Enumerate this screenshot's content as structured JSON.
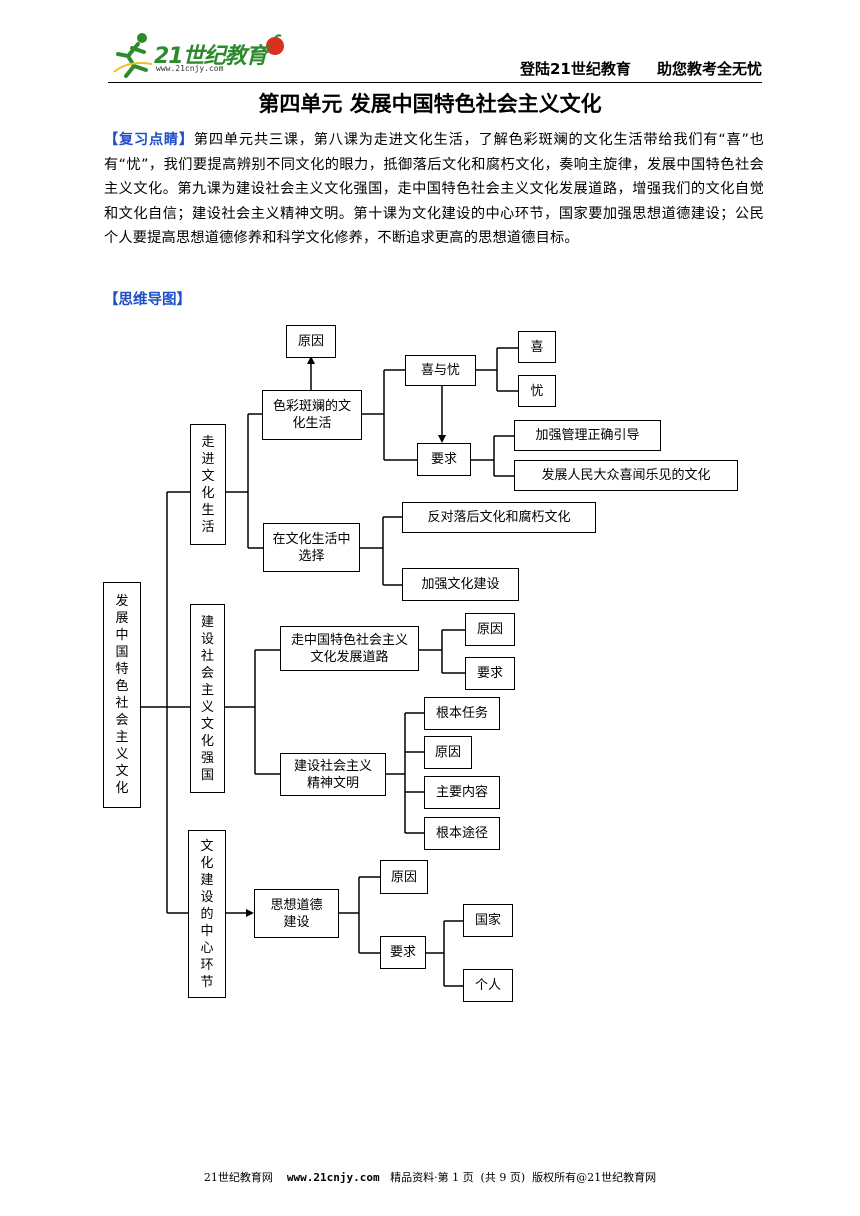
{
  "header": {
    "logo_text": "21世纪教育",
    "logo_url": "www.21cnjy.com",
    "slogan_left": "登陆21世纪教育",
    "slogan_right": "助您教考全无忧"
  },
  "title": "第四单元  发展中国特色社会主义文化",
  "review": {
    "label": "【复习点睛】",
    "text": "第四单元共三课，第八课为走进文化生活，了解色彩斑斓的文化生活带给我们有“喜”也有“忧”，我们要提高辨别不同文化的眼力，抵御落后文化和腐朽文化，奏响主旋律，发展中国特色社会主义文化。第九课为建设社会主义文化强国，走中国特色社会主义文化发展道路，增强我们的文化自觉和文化自信；建设社会主义精神文明。第十课为文化建设的中心环节，国家要加强思想道德建设；公民个人要提高思想道德修养和科学文化修养，不断追求更高的思想道德目标。"
  },
  "mindmap_label": "【思维导图】",
  "mindmap": {
    "root": "发展中国特色社会主义文化",
    "unit8": "走进文化生活",
    "unit9": "建设社会主义文化强国",
    "unit10": "文化建设的中心环节",
    "colorful_life": "色彩斑斓的文化生活",
    "reason_top": "原因",
    "joy_worry": "喜与忧",
    "joy": "喜",
    "worry": "忧",
    "requirement_top": "要求",
    "req1": "加强管理正确引导",
    "req2": "发展人民大众喜闻乐见的文化",
    "choose": "在文化生活中选择",
    "oppose": "反对落后文化和腐朽文化",
    "strengthen": "加强文化建设",
    "road": "走中国特色社会主义文化发展道路",
    "road_reason": "原因",
    "road_req": "要求",
    "spiritual": "建设社会主义精神文明",
    "task": "根本任务",
    "sp_reason": "原因",
    "content": "主要内容",
    "path": "根本途径",
    "moral": "思想道德建设",
    "moral_reason": "原因",
    "moral_req": "要求",
    "country": "国家",
    "person": "个人"
  },
  "footer": {
    "site": "21世纪教育网",
    "url": "www.21cnjy.com",
    "info": "精品资料·第 1 页  (共 9 页)  版权所有@21世纪教育网"
  }
}
